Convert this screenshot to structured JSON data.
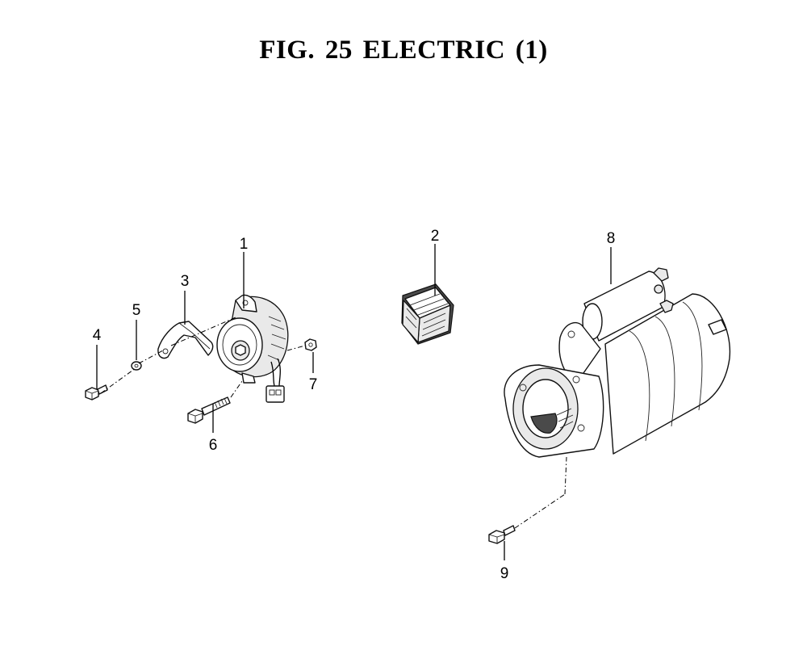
{
  "figure": {
    "title": "FIG. 25  ELECTRIC (1)"
  },
  "callouts": [
    {
      "id": "1",
      "label": "1"
    },
    {
      "id": "2",
      "label": "2"
    },
    {
      "id": "3",
      "label": "3"
    },
    {
      "id": "4",
      "label": "4"
    },
    {
      "id": "5",
      "label": "5"
    },
    {
      "id": "6",
      "label": "6"
    },
    {
      "id": "7",
      "label": "7"
    },
    {
      "id": "8",
      "label": "8"
    },
    {
      "id": "9",
      "label": "9"
    }
  ]
}
